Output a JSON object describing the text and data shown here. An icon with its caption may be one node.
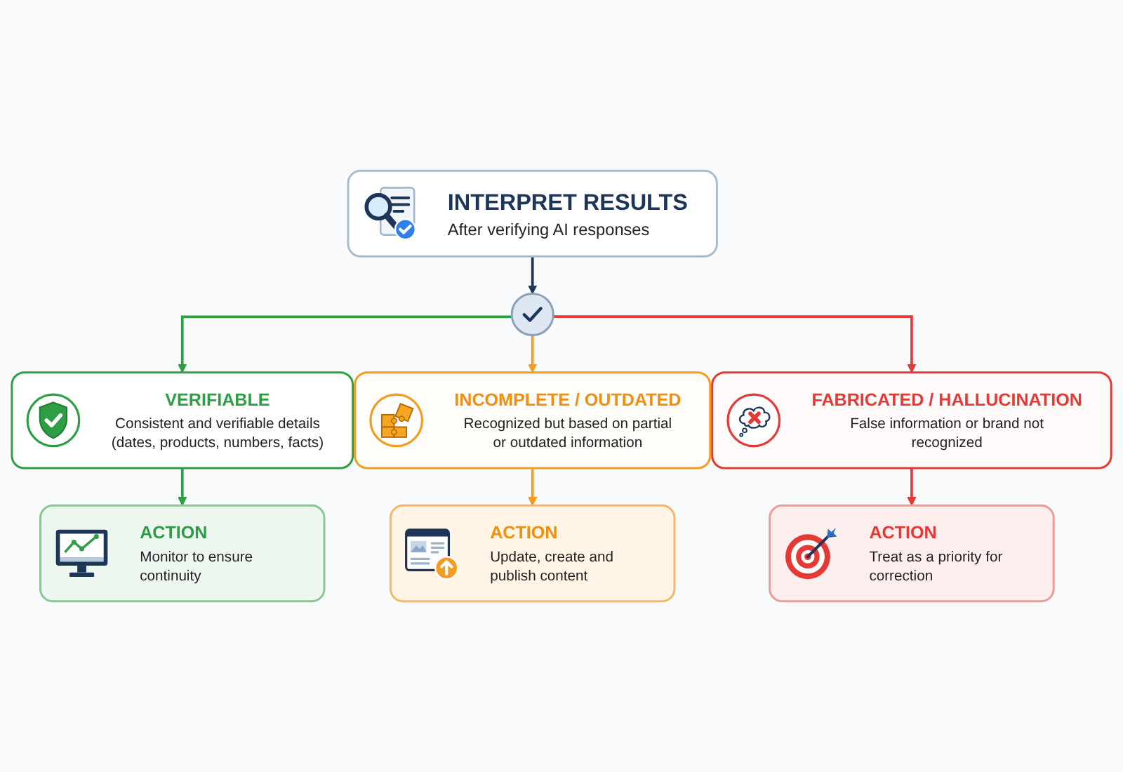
{
  "diagram": {
    "nodes": [
      {
        "text": [
          "INTERPRET RESULTS",
          "After verifying AI responses"
        ]
      },
      {
        "text": [],
        "shape": "circle"
      },
      {
        "text": [
          "VERIFIABLE",
          "Consistent and verifiable details (dates, products, numbers, facts)"
        ]
      },
      {
        "text": [
          "INCOMPLETE / OUTDATED",
          "Recognized but based on partial or outdated information"
        ]
      },
      {
        "text": [
          "FABRICATED / HALLUCINATION",
          "False information or brand not recognized"
        ]
      },
      {
        "text": [
          "ACTION",
          "Monitor to ensure continuity"
        ]
      },
      {
        "text": [
          "ACTION",
          "Update, create and publish content"
        ]
      },
      {
        "text": [
          "ACTION",
          "Treat as a priority for correction"
        ]
      }
    ],
    "edges": [
      {
        "from": 0,
        "to": 1,
        "arrow": "to",
        "color": "#1d3557"
      },
      {
        "from": 1,
        "to": 2,
        "arrow": "to",
        "color": "#2e9e44"
      },
      {
        "from": 1,
        "to": 3,
        "arrow": "to",
        "color": "#f39c1f"
      },
      {
        "from": 1,
        "to": 4,
        "arrow": "to",
        "color": "#e53935"
      },
      {
        "from": 2,
        "to": 5,
        "arrow": "to",
        "color": "#2e9e44"
      },
      {
        "from": 3,
        "to": 6,
        "arrow": "to",
        "color": "#f39c1f"
      },
      {
        "from": 4,
        "to": 7,
        "arrow": "to",
        "color": "#e53935"
      }
    ]
  }
}
